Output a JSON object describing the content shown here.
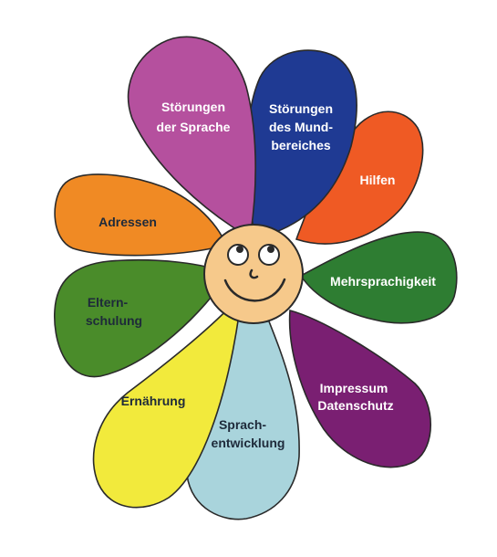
{
  "petals": {
    "stoerungen_sprache": {
      "line1": "Störungen",
      "line2": "der Sprache",
      "color": "#b5509e",
      "text_color": "#ffffff"
    },
    "stoerungen_mund": {
      "line1": "Störungen",
      "line2": "des Mund-",
      "line3": "bereiches",
      "color": "#1f3a93",
      "text_color": "#ffffff"
    },
    "hilfen": {
      "line1": "Hilfen",
      "color": "#ef5a24",
      "text_color": "#ffffff"
    },
    "mehrsprachigkeit": {
      "line1": "Mehrsprachigkeit",
      "color": "#2e7d32",
      "text_color": "#ffffff"
    },
    "impressum": {
      "line1": "Impressum",
      "line2": "Datenschutz",
      "color": "#7a1f72",
      "text_color": "#ffffff"
    },
    "sprachentwicklung": {
      "line1": "Sprach-",
      "line2": "entwicklung",
      "color": "#a9d4dc",
      "text_color": "#1e2a3a"
    },
    "ernaehrung": {
      "line1": "Ernährung",
      "color": "#f2ea3c",
      "text_color": "#1e2a3a"
    },
    "elternschulung": {
      "line1": "Eltern-",
      "line2": "schulung",
      "color": "#4a8c2a",
      "text_color": "#1e2a3a"
    },
    "adressen": {
      "line1": "Adressen",
      "color": "#f08a24",
      "text_color": "#1e2a3a"
    }
  },
  "face": {
    "color": "#f6c98b",
    "icon": "smiley-face-icon"
  }
}
